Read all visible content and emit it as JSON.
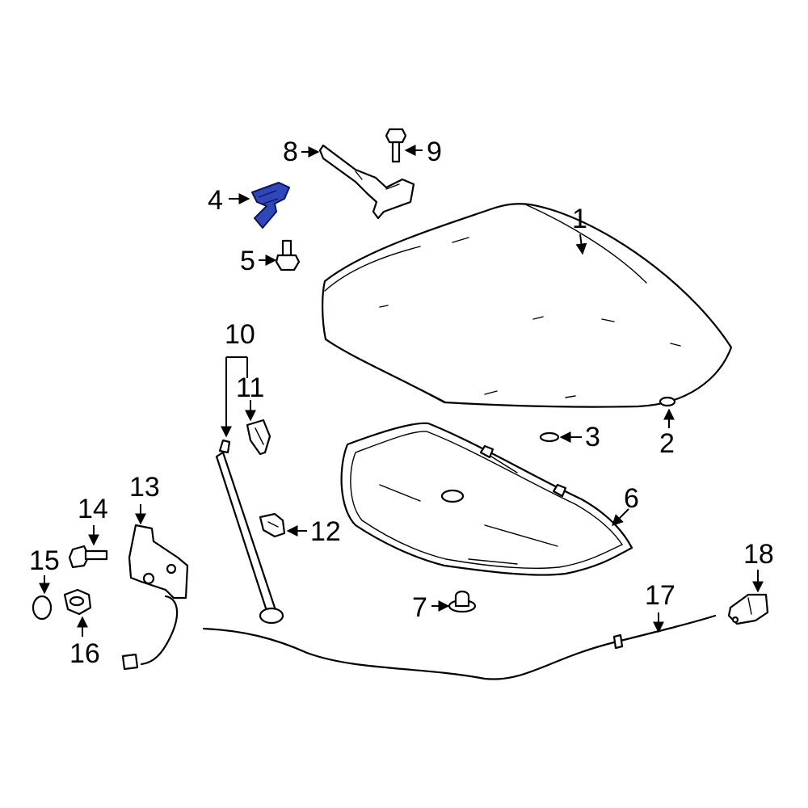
{
  "callouts": {
    "c1": "1",
    "c2": "2",
    "c3": "3",
    "c4": "4",
    "c5": "5",
    "c6": "6",
    "c7": "7",
    "c8": "8",
    "c9": "9",
    "c10": "10",
    "c11": "11",
    "c12": "12",
    "c13": "13",
    "c14": "14",
    "c15": "15",
    "c16": "16",
    "c17": "17",
    "c18": "18"
  },
  "highlight_part": "4",
  "colors": {
    "highlight": "#2f47b8",
    "line": "#000000",
    "background": "#ffffff"
  }
}
